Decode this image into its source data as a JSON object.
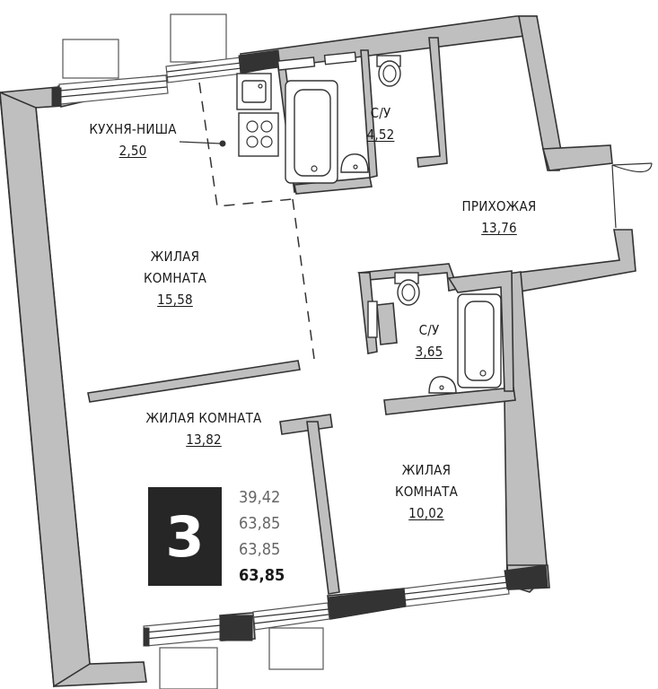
{
  "rooms": {
    "kitchen_niche": {
      "name": "КУХНЯ-НИША",
      "area": "2,50"
    },
    "bathroom_1": {
      "name": "С/У",
      "area": "4,52"
    },
    "hallway": {
      "name": "ПРИХОЖАЯ",
      "area": "13,76"
    },
    "living_room_1": {
      "name_line1": "ЖИЛАЯ",
      "name_line2": "КОМНАТА",
      "area": "15,58"
    },
    "bathroom_2": {
      "name": "С/У",
      "area": "3,65"
    },
    "living_room_2": {
      "name": "ЖИЛАЯ КОМНАТА",
      "area": "13,82"
    },
    "living_room_3": {
      "name_line1": "ЖИЛАЯ",
      "name_line2": "КОМНАТА",
      "area": "10,02"
    }
  },
  "room_count": "3",
  "areas": {
    "living": "39,42",
    "total_1": "63,85",
    "total_2": "63,85",
    "total_3": "63,85"
  },
  "colors": {
    "wall": "#bfbfbf",
    "wall_outline": "#333333",
    "badge": "#262626"
  }
}
